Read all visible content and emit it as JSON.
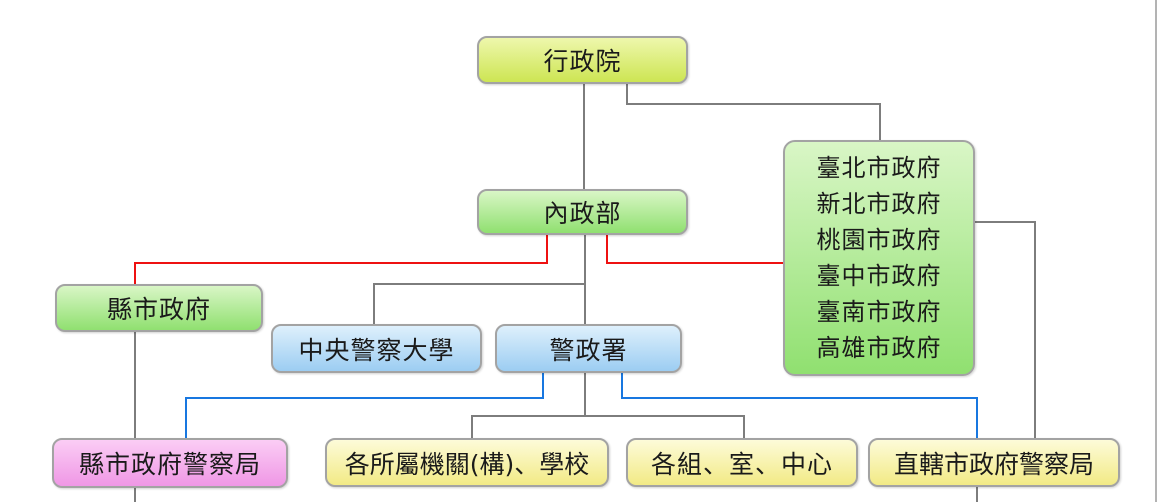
{
  "nodes": {
    "executive_yuan": {
      "label": "行政院"
    },
    "ministry_of_interior": {
      "label": "內政部"
    },
    "municipal_governments": {
      "lines": [
        "臺北市政府",
        "新北市政府",
        "桃園市政府",
        "臺中市政府",
        "臺南市政府",
        "高雄市政府"
      ]
    },
    "county_city_government": {
      "label": "縣市政府"
    },
    "central_police_university": {
      "label": "中央警察大學"
    },
    "national_police_agency": {
      "label": "警政署"
    },
    "county_city_police_bureau": {
      "label": "縣市政府警察局"
    },
    "subordinate_agencies_schools": {
      "label": "各所屬機關(構)、學校"
    },
    "divisions_offices_centers": {
      "label": "各組、室、中心"
    },
    "municipal_police_bureaus": {
      "label": "直轄市政府警察局"
    }
  },
  "colors": {
    "gray_line": "#7d7d7d",
    "red_line": "#ee1111",
    "blue_line": "#1877e0",
    "box_lime_top": "#eef7ac",
    "box_lime_bottom": "#cde553",
    "box_green_top": "#d9f6c6",
    "box_green_bottom": "#90e070",
    "box_blue_top": "#def0fc",
    "box_blue_bottom": "#9ccdf2",
    "box_pink_top": "#fbcdf5",
    "box_pink_bottom": "#ef97e5",
    "box_yellow_top": "#fdfbd9",
    "box_yellow_bottom": "#f2ea85"
  }
}
